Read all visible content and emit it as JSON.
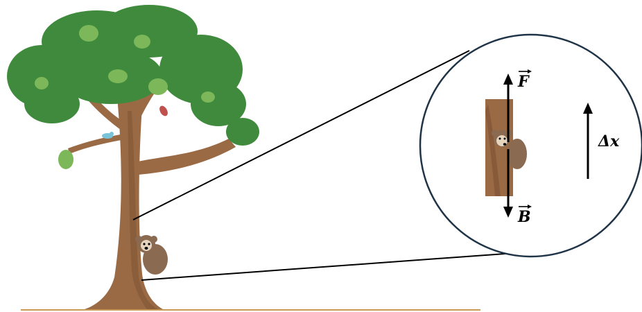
{
  "labels": {
    "force_up": "F",
    "force_down": "B",
    "displacement": "Δx"
  },
  "colors": {
    "circle_stroke": "#1f3447",
    "ground": "#c89a55",
    "trunk": "#9a6a45",
    "trunk_dark": "#6e4428",
    "foliage": "#3f8a3c",
    "foliage_light": "#7cb85a",
    "koala": "#8a6a50",
    "koala_face": "#e6d4bf",
    "arrow": "#000000"
  },
  "icons": {
    "tree": "tree-illustration",
    "koala": "koala-illustration",
    "bird": "blue-bird-illustration",
    "magnifier": "zoom-circle"
  }
}
